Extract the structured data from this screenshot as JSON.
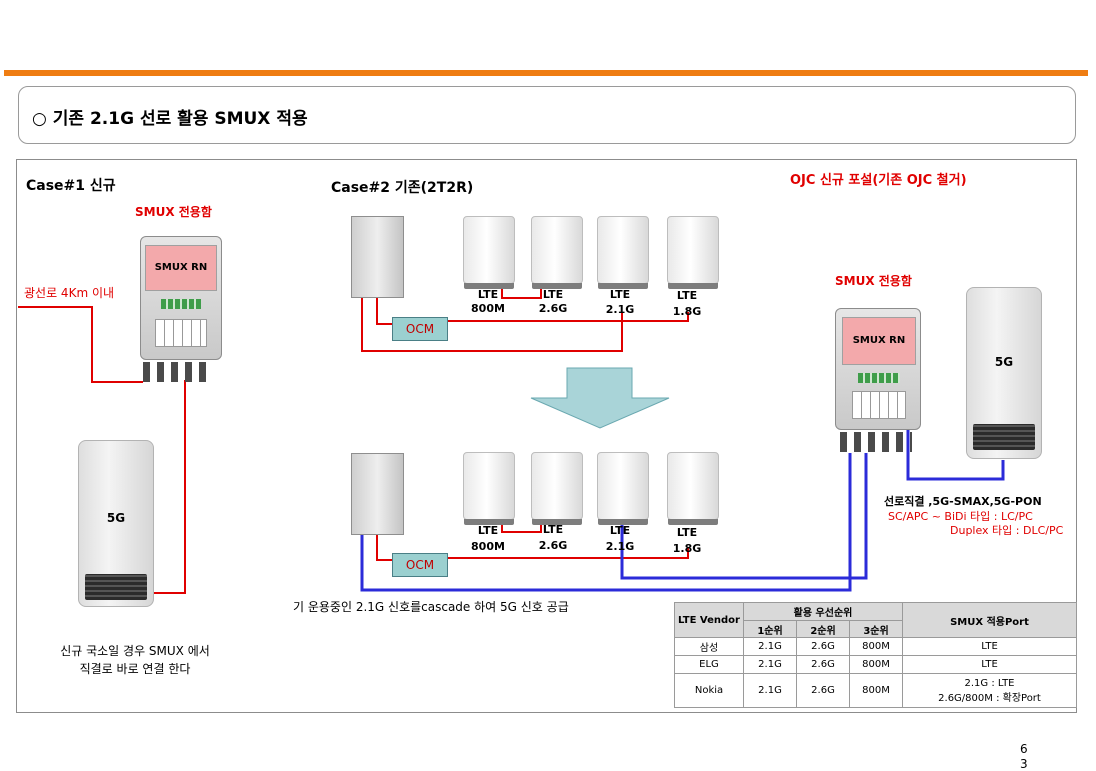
{
  "title": "○ 기존 2.1G 선로 활용 SMUX 적용",
  "case1": {
    "label": "Case#1 신규",
    "smux_label": "SMUX 전용함",
    "rn_label": "SMUX RN",
    "fiber_label": "광선로 4Km 이내",
    "g5_label": "5G",
    "note_line1": "신규 국소일 경우 SMUX 에서",
    "note_line2": "직결로 바로 연결 한다"
  },
  "case2": {
    "label": "Case#2 기존(2T2R)",
    "ocm_label": "OCM",
    "lte_top": "LTE",
    "bands": [
      "800M",
      "2.6G",
      "2.1G",
      "1.8G"
    ],
    "cascade_note": "기 운용중인 2.1G 신호를cascade 하여 5G 신호 공급"
  },
  "right": {
    "ojc_label": "OJC 신규 포설(기존 OJC 철거)",
    "smux_label": "SMUX 전용함",
    "rn_label": "SMUX RN",
    "g5_label": "5G",
    "conn_title": "선로직결 ,5G-SMAX,5G-PON",
    "conn_line1": "SC/APC ~   BiDi 타입 : LC/PC",
    "conn_line2": "Duplex 타입 : DLC/PC"
  },
  "table": {
    "h_vendor": "LTE Vendor",
    "h_priority": "활용 우선순위",
    "h_p1": "1순위",
    "h_p2": "2순위",
    "h_p3": "3순위",
    "h_port": "SMUX 적용Port",
    "rows": [
      {
        "vendor": "삼성",
        "p1": "2.1G",
        "p2": "2.6G",
        "p3": "800M",
        "port1": "LTE",
        "port2": ""
      },
      {
        "vendor": "ELG",
        "p1": "2.1G",
        "p2": "2.6G",
        "p3": "800M",
        "port1": "LTE",
        "port2": ""
      },
      {
        "vendor": "Nokia",
        "p1": "2.1G",
        "p2": "2.6G",
        "p3": "800M",
        "port1": "2.1G : LTE",
        "port2": "2.6G/800M : 확장Port"
      }
    ]
  },
  "page_number": "6",
  "page_number_2": "3",
  "colors": {
    "accent": "#ef7d12",
    "red_wire": "#e00000",
    "blue_wire": "#2b2bd9",
    "ocm_fill": "#9bd0d0",
    "arrow_fill": "#a9d4d8",
    "rn_fill": "#f3a9ab"
  }
}
